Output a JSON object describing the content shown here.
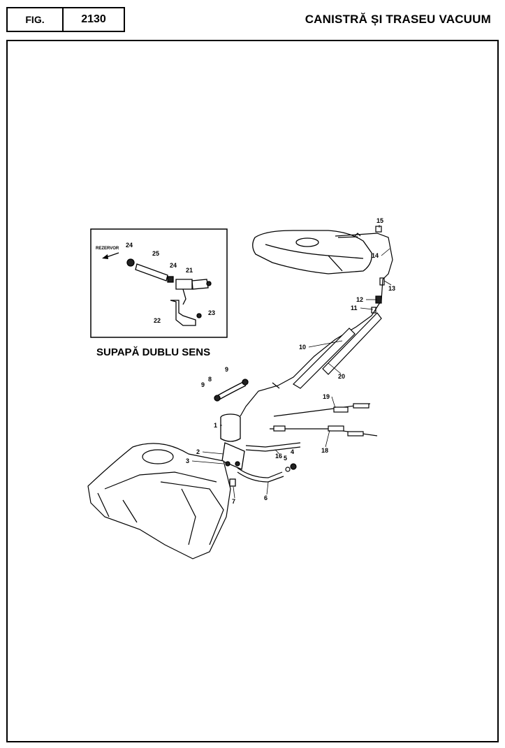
{
  "header": {
    "fig_label": "FIG.",
    "fig_number": "2130",
    "title": "CANISTRĂ ȘI TRASEU VACUUM"
  },
  "inset": {
    "caption": "SUPAPĂ DUBLU SENS",
    "direction_label": "REZERVOR",
    "callouts": [
      "24",
      "25",
      "24",
      "21",
      "22",
      "23"
    ]
  },
  "callouts": [
    "15",
    "14",
    "13",
    "12",
    "11",
    "10",
    "20",
    "9",
    "8",
    "9",
    "19",
    "1",
    "18",
    "2",
    "3",
    "16",
    "4",
    "5",
    "7",
    "6"
  ]
}
